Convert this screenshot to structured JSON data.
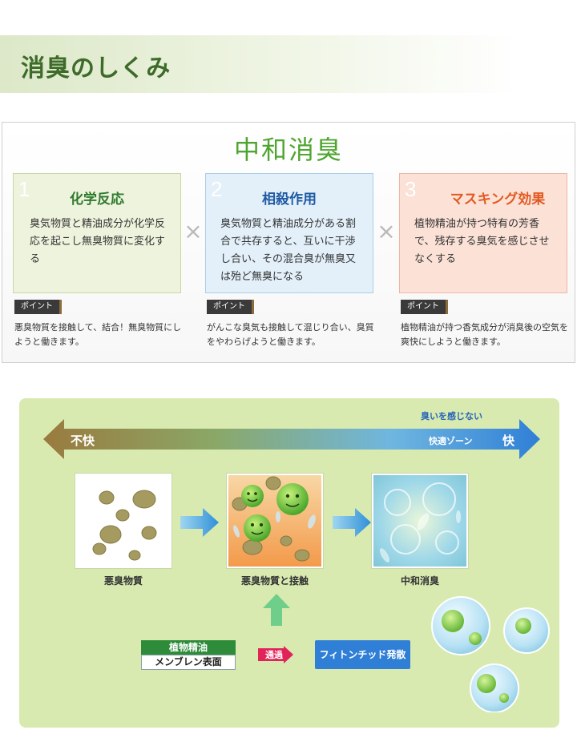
{
  "section": {
    "title": "消臭のしくみ"
  },
  "panel": {
    "title": "中和消臭",
    "cards": [
      {
        "number": "1",
        "heading": "化学反応",
        "body": "臭気物質と精油成分が化学反応を起こし無臭物質に変化する"
      },
      {
        "number": "2",
        "heading": "相殺作用",
        "body": "臭気物質と精油成分がある割合で共存すると、互いに干渉し合い、その混合臭が無臭又は殆ど無臭になる"
      },
      {
        "number": "3",
        "heading": "マスキング効果",
        "body": "植物精油が持つ特有の芳香で、残存する臭気を感じさせなくする"
      }
    ],
    "operator": "×",
    "point_label": "ポイント",
    "points": [
      "悪臭物質を接触して、結合！無臭物質にしようと働きます。",
      "がんこな臭気も接触して混じり合い、臭質をやわらげようと働きます。",
      "植物精油が持つ香気成分が消臭後の空気を爽快にしようと働きます。"
    ]
  },
  "diagram": {
    "scale": {
      "left_label": "不快",
      "right_label": "快",
      "zone_label": "快適ゾーン",
      "top_label": "臭いを感じない",
      "gradient_colors": [
        "#9a7a3e",
        "#8aa868",
        "#6fb6e0",
        "#2f7fd6"
      ]
    },
    "stages": [
      {
        "label": "悪臭物質",
        "image": "odor-particles-icon"
      },
      {
        "label": "悪臭物質と接触",
        "image": "contact-reaction-icon"
      },
      {
        "label": "中和消臭",
        "image": "neutralized-icon"
      }
    ],
    "source": {
      "top_label": "植物精油",
      "bottom_label": "メンブレン表面"
    },
    "pass_label": "通過",
    "result_label": "フィトンチッド発散",
    "colors": {
      "background": "#d8eab0",
      "oil_green": "#2e8b3a",
      "result_blue": "#2f7fd6",
      "pass_red": "#e0245a"
    }
  }
}
